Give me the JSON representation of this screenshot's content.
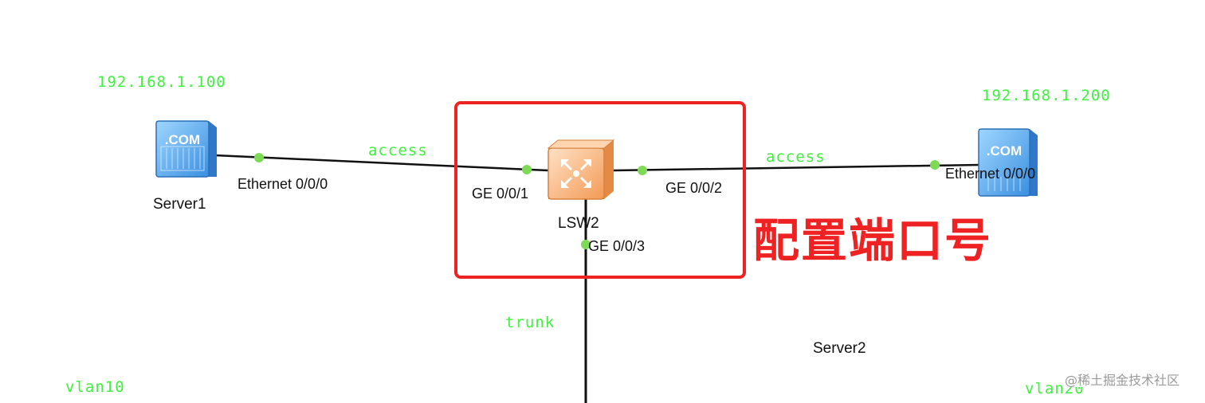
{
  "nodes": {
    "server1": {
      "name": "Server1",
      "ip": "192.168.1.100",
      "icon": "server-com-icon",
      "badge": ".COM",
      "port": "Ethernet 0/0/0"
    },
    "server2": {
      "name": "Server2",
      "ip": "192.168.1.200",
      "icon": "server-com-icon",
      "badge": ".COM",
      "port": "Ethernet 0/0/0"
    },
    "switch": {
      "name": "LSW2",
      "icon": "switch-icon",
      "ports": [
        "GE 0/0/1",
        "GE 0/0/2",
        "GE 0/0/3"
      ]
    }
  },
  "links": {
    "left": "access",
    "right": "access",
    "down": "trunk"
  },
  "vlans": {
    "left": "vlan10",
    "right": "vlan20"
  },
  "annotation": {
    "text": "配置端口号",
    "color": "#ee2222"
  },
  "watermark": "@稀土掘金技术社区",
  "colors": {
    "label_green": "#3ef23e",
    "port_dot": "#7ed957",
    "box_red": "#ee2222"
  }
}
